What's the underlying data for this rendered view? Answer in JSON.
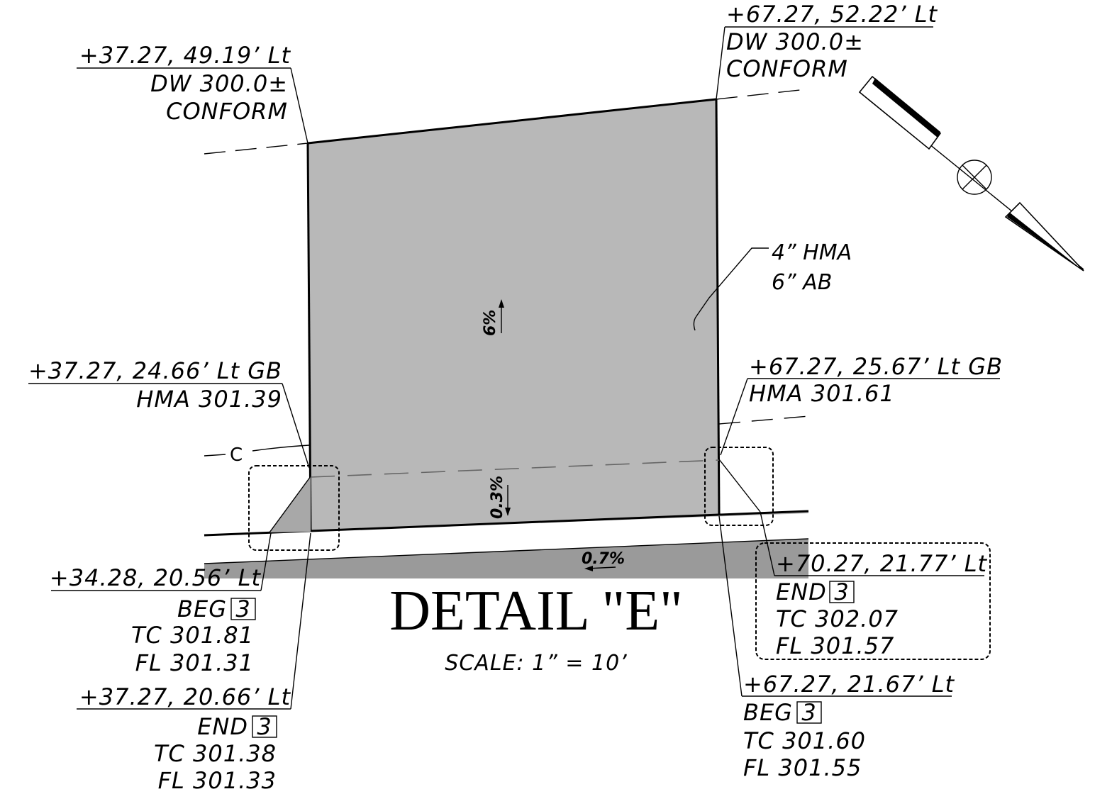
{
  "callouts": {
    "top_left": {
      "l1": "+37.27, 49.19’ Lt",
      "l2": "DW 300.0±",
      "l3": "CONFORM"
    },
    "top_right": {
      "l1": "+67.27, 52.22’ Lt",
      "l2": "DW 300.0±",
      "l3": "CONFORM"
    },
    "mid_left": {
      "l1": "+37.27, 24.66’ Lt GB",
      "l2": "HMA 301.39"
    },
    "mid_right": {
      "l1": "+67.27, 25.67’ Lt GB",
      "l2": "HMA 301.61"
    },
    "bot_left_1": {
      "l1": "+34.28, 20.56’ Lt",
      "l2": "BEG",
      "l2_box": "3",
      "l3": "TC 301.81",
      "l4": "FL 301.31"
    },
    "bot_left_2": {
      "l1": "+37.27, 20.66’ Lt",
      "l2": "END",
      "l2_box": "3",
      "l3": "TC 301.38",
      "l4": "FL 301.33"
    },
    "bot_right_1": {
      "l1": "+70.27, 21.77’ Lt",
      "l2": "END",
      "l2_box": "3",
      "l3": "TC 302.07",
      "l4": "FL 301.57"
    },
    "bot_right_2": {
      "l1": "+67.27, 21.67’ Lt",
      "l2": "BEG",
      "l2_box": "3",
      "l3": "TC 301.60",
      "l4": "FL 301.55"
    }
  },
  "pavement_note": {
    "l1": "4” HMA",
    "l2": "6” AB"
  },
  "slopes": {
    "driveway": "6%",
    "gutter": "0.3%",
    "street": "0.7%"
  },
  "centerline_label": "C",
  "detail_title": "DETAIL \"E\"",
  "scale_label": "SCALE:  1” = 10’",
  "icons": {
    "north_arrow": "north-arrow-icon"
  },
  "colors": {
    "driveway_fill": "#b8b8b8",
    "street_fill": "#9a9a9a",
    "line": "#000000"
  }
}
